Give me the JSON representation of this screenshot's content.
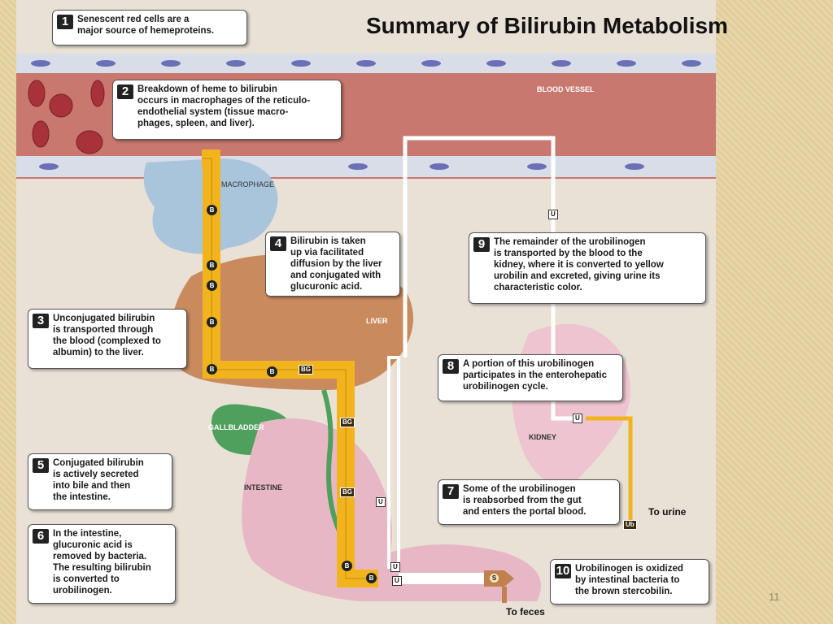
{
  "title": "Summary of Bilirubin Metabolism",
  "page_number": "11",
  "labels": {
    "blood_vessel": "BLOOD VESSEL",
    "macrophage": "MACROPHAGE",
    "liver": "LIVER",
    "gallbladder": "GALLBLADDER",
    "intestine": "INTESTINE",
    "kidney": "KIDNEY",
    "to_urine": "To urine",
    "to_feces": "To feces"
  },
  "markers": {
    "b": "B",
    "bg": "BG",
    "u": "U",
    "ub": "Ub",
    "s": "S"
  },
  "callouts": [
    {
      "num": "1",
      "text": "Senescent red cells are a\nmajor source of hemeproteins."
    },
    {
      "num": "2",
      "text": "Breakdown of heme to bilirubin\noccurs in macrophages of the reticulo-\nendothelial system (tissue macro-\nphages, spleen, and liver)."
    },
    {
      "num": "3",
      "text": "Unconjugated bilirubin\nis transported through\nthe blood (complexed to\nalbumin) to the liver."
    },
    {
      "num": "4",
      "text": "Bilirubin is taken\nup via facilitated\ndiffusion by the liver\nand conjugated with\nglucuronic acid."
    },
    {
      "num": "5",
      "text": "Conjugated bilirubin\nis actively secreted\ninto bile and then\nthe intestine."
    },
    {
      "num": "6",
      "text": "In the intestine,\nglucuronic acid is\nremoved by bacteria.\nThe resulting bilirubin\nis converted to\nurobilinogen."
    },
    {
      "num": "7",
      "text": "Some of the urobilinogen\nis reabsorbed from the gut\nand enters the portal blood."
    },
    {
      "num": "8",
      "text": "A portion of this urobilinogen\nparticipates in the enterohepatic\nurobilinogen cycle."
    },
    {
      "num": "9",
      "text": "The remainder of the urobilinogen\nis transported by the blood to the\nkidney, where it is converted to yellow\nurobilin and excreted, giving urine its\ncharacteristic color."
    },
    {
      "num": "10",
      "text": "Urobilinogen is oxidized\nby intestinal bacteria to\nthe brown stercobilin."
    }
  ],
  "colors": {
    "blood_vessel": "#c8786f",
    "pathway": "#f2b41c",
    "liver": "#c98a5e",
    "gallbladder": "#4fa05c",
    "intestine": "#e7b7c5",
    "macrophage": "#a9c5dc"
  }
}
